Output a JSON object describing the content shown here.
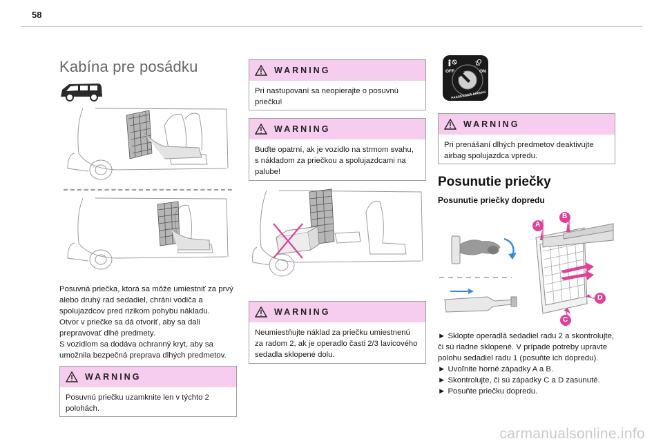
{
  "page_number": "58",
  "section": {
    "title": "Kabína pre posádku",
    "intro": "Posuvná priečka, ktorá sa môže umiestniť za prvý alebo druhý rad sedadiel, chráni vodiča a spolujazdcov pred rizikom pohybu nákladu.\nOtvor v priečke sa dá otvoriť, aby sa dali prepravovať dlhé predmety.\nS vozidlom sa dodáva ochranný kryt, aby sa umožnila bezpečná preprava dlhých predmetov."
  },
  "warning_label": "WARNING",
  "warnings": [
    {
      "text": "Posuvnú priečku uzamknite len v týchto 2 polohách."
    },
    {
      "text": "Pri nastupovaní sa neopierajte o posuvnú priečku!"
    },
    {
      "text": "Buďte opatrní, ak je vozidlo na strmom svahu, s nákladom za priečkou a spolujazdcami na palube!"
    },
    {
      "text": "Neumiestňujte náklad za priečku umiestnenú za radom 2, ak je operadlo časti 2/3 lavicového sedadla sklopené dolu."
    },
    {
      "text": "Pri prenášaní dlhých predmetov deaktivujte airbag spolujazdca vpredu."
    }
  ],
  "airbag_switch": {
    "off_label": "OFF",
    "on_label": "ON",
    "ring_label": "PASSENGER AIRBAG"
  },
  "move_section": {
    "title": "Posunutie priečky",
    "subtitle": "Posunutie priečky dopredu",
    "callouts": [
      "A",
      "B",
      "C",
      "D"
    ],
    "steps_text": "► Sklopte operadlá sedadiel radu 2 a skontrolujte, či sú riadne sklopené. V prípade potreby upravte polohu sedadiel radu 1 (posuňte ich dopredu).\n► Uvoľnite horné západky A a B.\n► Skontrolujte, či sú západky C a D zasunuté.\n► Posuňte priečku dopredu."
  },
  "footer_watermark": "carmanualsonline.info",
  "colors": {
    "warning_header": "#f6cdee",
    "callout": "#e0409a"
  }
}
